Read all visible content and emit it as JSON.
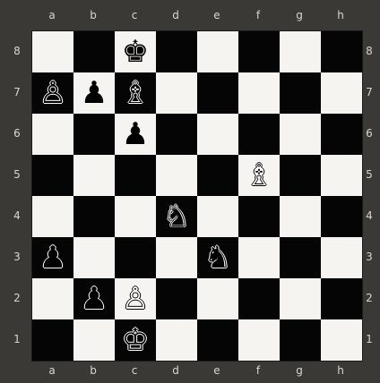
{
  "board": {
    "files": [
      "a",
      "b",
      "c",
      "d",
      "e",
      "f",
      "g",
      "h"
    ],
    "ranks": [
      "8",
      "7",
      "6",
      "5",
      "4",
      "3",
      "2",
      "1"
    ],
    "colors": {
      "light": "#f5f4f0",
      "dark": "#050505",
      "frame": "#3b3936",
      "coord_text": "#d9d6cf"
    },
    "pieces": [
      {
        "square": "c8",
        "piece": "king",
        "color": "black",
        "glyph": "♚"
      },
      {
        "square": "a7",
        "piece": "pawn",
        "color": "white",
        "glyph": "♙"
      },
      {
        "square": "b7",
        "piece": "pawn",
        "color": "black",
        "glyph": "♟"
      },
      {
        "square": "c7",
        "piece": "bishop",
        "color": "white",
        "glyph": "♗"
      },
      {
        "square": "c6",
        "piece": "pawn",
        "color": "black",
        "glyph": "♟"
      },
      {
        "square": "f5",
        "piece": "bishop",
        "color": "white",
        "glyph": "♗"
      },
      {
        "square": "d4",
        "piece": "knight",
        "color": "white",
        "glyph": "♘"
      },
      {
        "square": "a3",
        "piece": "pawn",
        "color": "black",
        "glyph": "♟"
      },
      {
        "square": "e3",
        "piece": "knight",
        "color": "black",
        "glyph": "♞"
      },
      {
        "square": "b2",
        "piece": "pawn",
        "color": "black",
        "glyph": "♟"
      },
      {
        "square": "c2",
        "piece": "pawn",
        "color": "white",
        "glyph": "♙"
      },
      {
        "square": "c1",
        "piece": "king",
        "color": "white",
        "glyph": "♔"
      }
    ]
  }
}
